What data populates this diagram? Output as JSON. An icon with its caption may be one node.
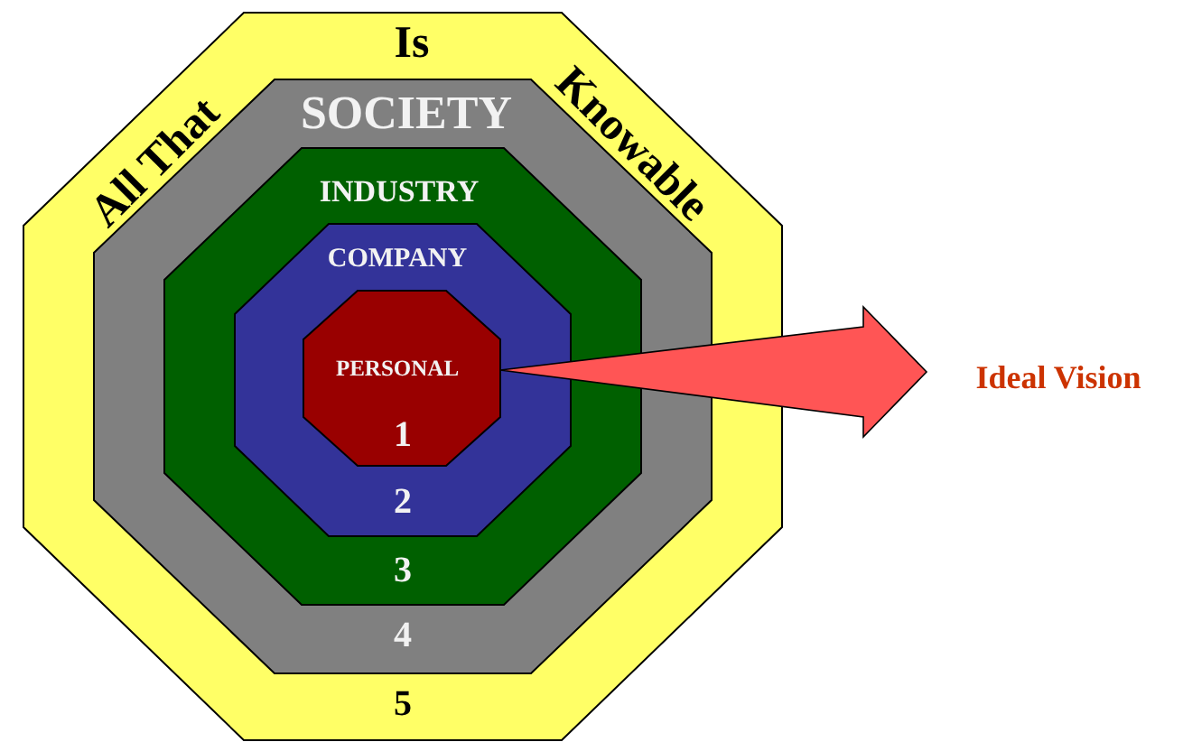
{
  "diagram": {
    "nodes": [
      {
        "text": [
          "All That",
          "Is",
          "Knowable",
          "5"
        ]
      },
      {
        "text": [
          "SOCIETY",
          "4"
        ],
        "in": 0
      },
      {
        "text": [
          "INDUSTRY",
          "3"
        ],
        "in": 1
      },
      {
        "text": [
          "COMPANY",
          "2"
        ],
        "in": 2
      },
      {
        "text": [
          "PERSONAL",
          "1"
        ],
        "in": 3
      },
      {
        "text": [
          "Ideal Vision"
        ]
      }
    ],
    "edges": [
      {
        "from": 4,
        "to": 5,
        "arrow": "to",
        "style": "thick",
        "color": "#ff5555"
      }
    ]
  }
}
